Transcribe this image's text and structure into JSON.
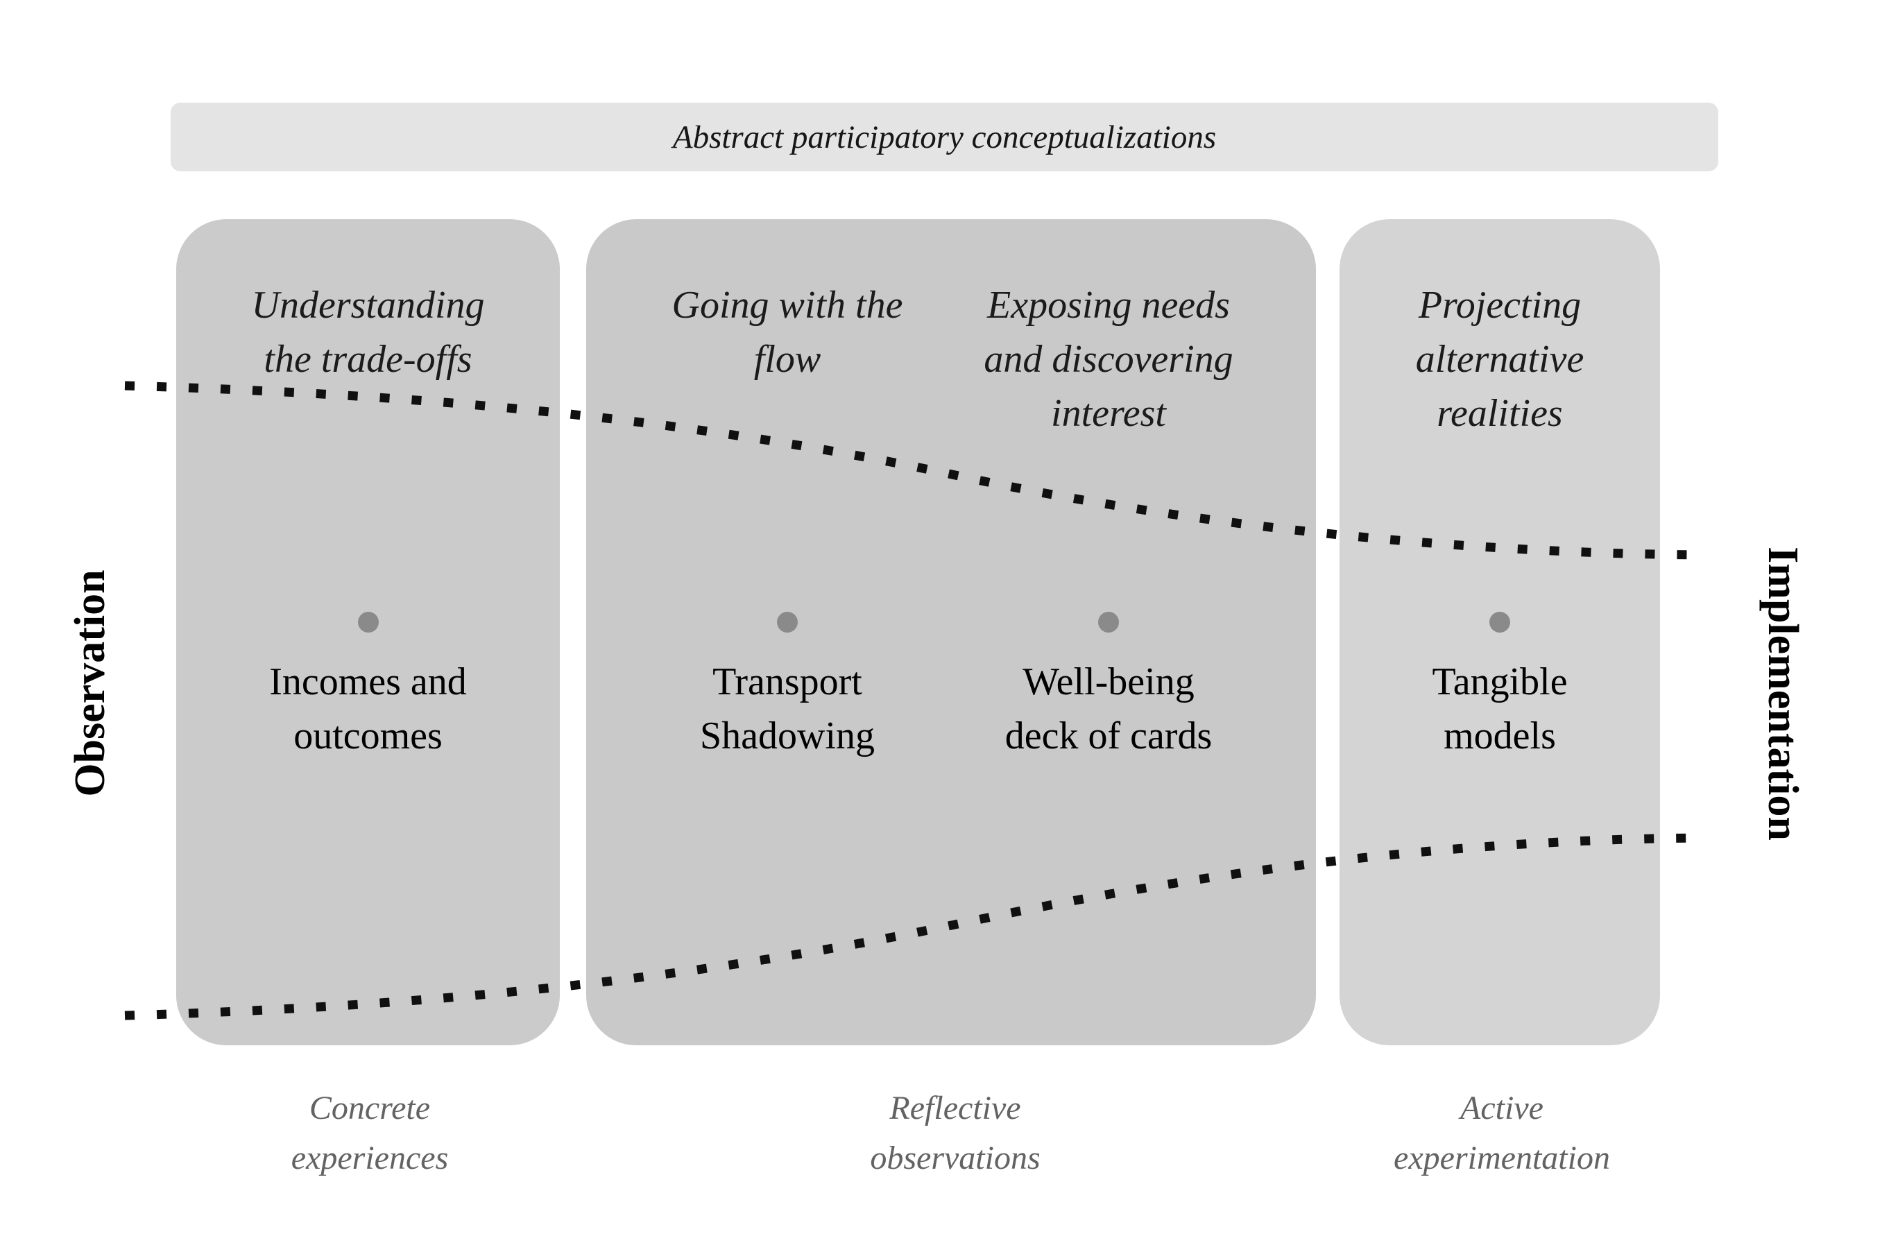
{
  "banner": {
    "text": "Abstract participatory conceptualizations"
  },
  "side_labels": {
    "left": "Observation",
    "right": "Implementation"
  },
  "boxes": [
    {
      "name": "understanding-the-trade-offs",
      "header_lines": [
        "Understanding",
        "the trade-offs"
      ],
      "item_lines": [
        "Incomes and",
        "outcomes"
      ]
    },
    {
      "name": "going-with-the-flow",
      "header_lines": [
        "Going with the",
        "flow"
      ],
      "item_lines": [
        "Transport",
        "Shadowing"
      ]
    },
    {
      "name": "exposing-needs-and-discovering-interest",
      "header_lines": [
        "Exposing needs",
        "and discovering",
        "interest"
      ],
      "item_lines": [
        "Well-being",
        "deck of cards"
      ]
    },
    {
      "name": "projecting-alternative-realities",
      "header_lines": [
        "Projecting",
        "alternative",
        "realities"
      ],
      "item_lines": [
        "Tangible",
        "models"
      ]
    }
  ],
  "bottom_labels": [
    {
      "lines": [
        "Concrete",
        "experiences"
      ]
    },
    {
      "lines": [
        "Reflective",
        "observations"
      ]
    },
    {
      "lines": [
        "Active",
        "experimentation"
      ]
    }
  ],
  "colors": {
    "banner_bg": "#e4e4e4",
    "box_left_bg": "#cbcbcb",
    "box_middle_bg": "#c9c9c9",
    "box_right_bg": "#d4d4d4",
    "bullet": "#8a8a8a",
    "bottom_label_text": "#636363",
    "dotted_line": "#101010"
  }
}
